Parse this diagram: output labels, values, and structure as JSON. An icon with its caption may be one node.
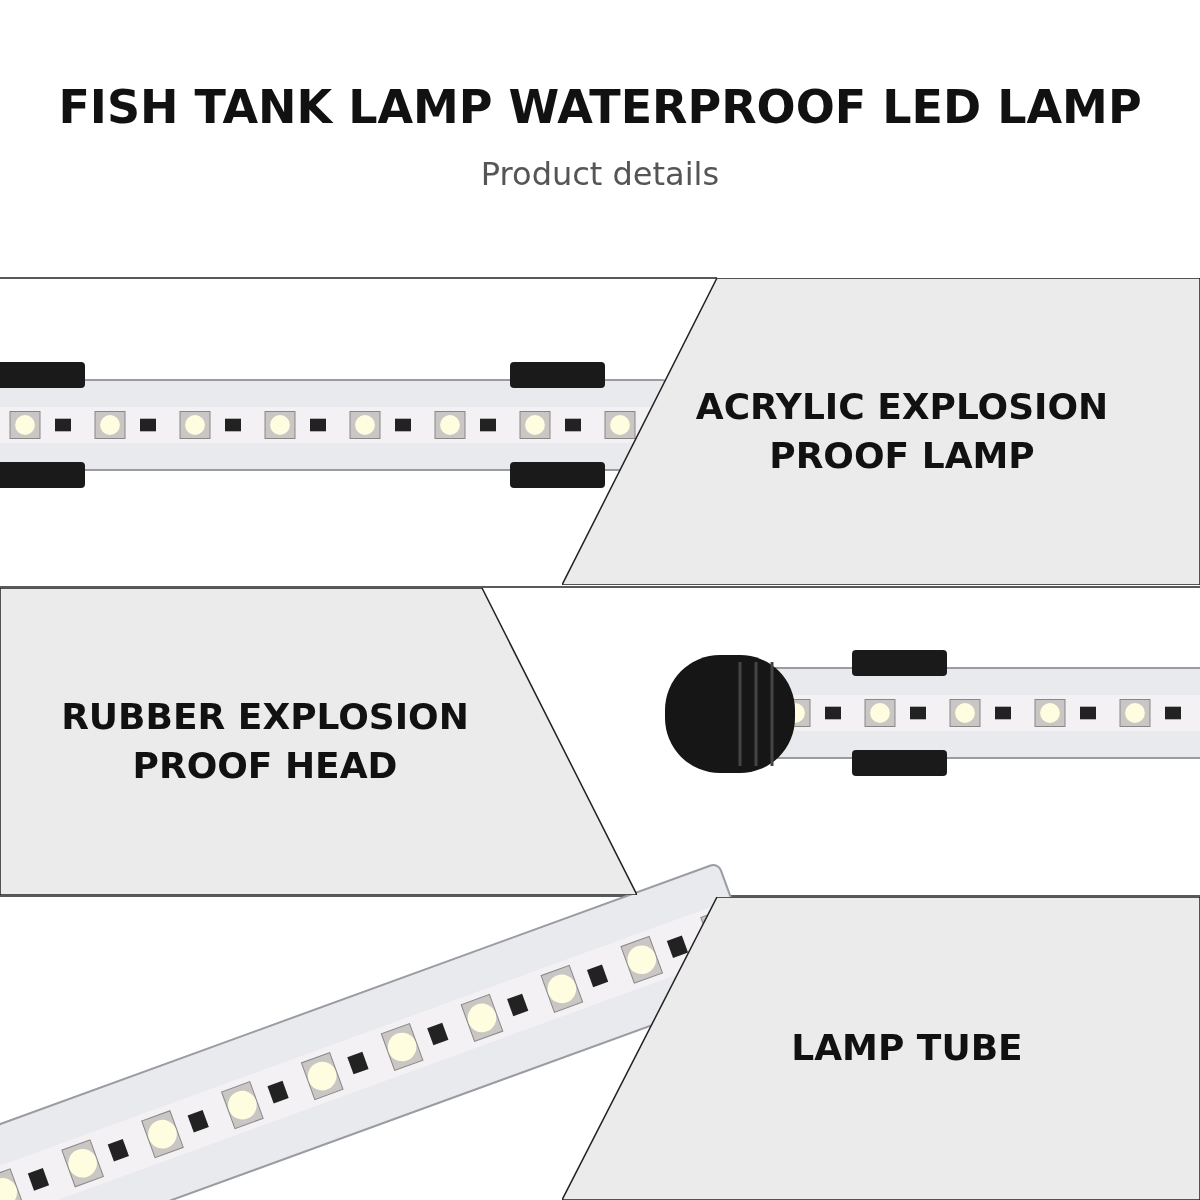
{
  "diagram": {
    "title": "FISH TANK LAMP WATERPROOF LED LAMP",
    "nodes": [
      {
        "text": [
          "ACRYLIC EXPLOSION PROOF LAMP"
        ]
      },
      {
        "text": [
          "RUBBER EXPLOSION PROOF HEAD"
        ]
      },
      {
        "text": [
          "LAMP TUBE"
        ]
      }
    ],
    "labels": [
      "Product details"
    ]
  }
}
